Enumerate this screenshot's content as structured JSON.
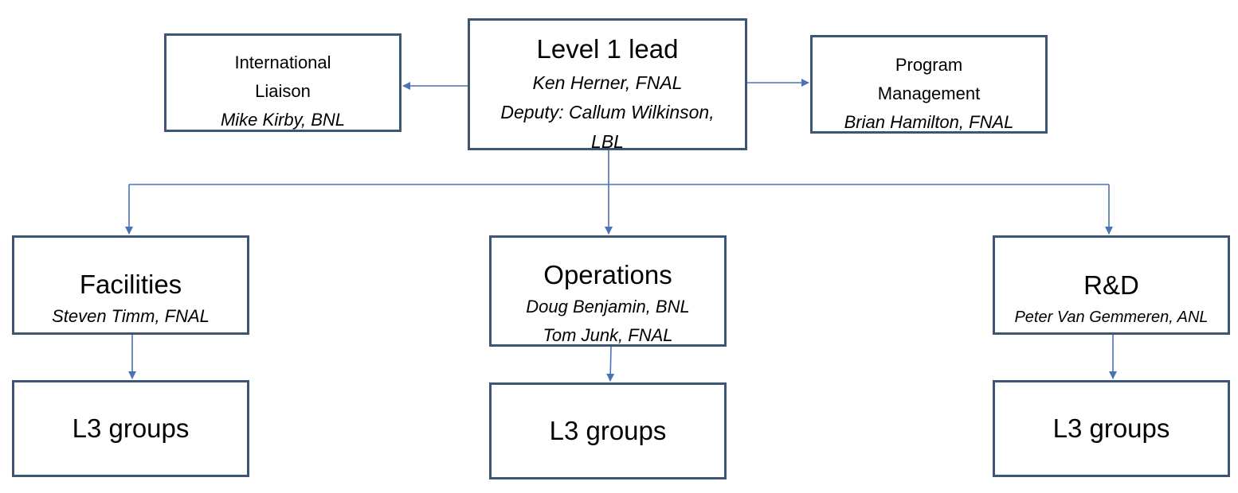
{
  "colors": {
    "border": "#3e5676",
    "connector": "#4a72b8"
  },
  "level1": {
    "title": "Level 1 lead",
    "lead": "Ken Herner, FNAL",
    "deputy_line1": "Deputy: Callum Wilkinson,",
    "deputy_line2": "LBL"
  },
  "international": {
    "line1": "International",
    "line2": "Liaison",
    "person": "Mike Kirby, BNL"
  },
  "program": {
    "line1": "Program",
    "line2": "Management",
    "person": "Brian Hamilton, FNAL"
  },
  "facilities": {
    "title": "Facilities",
    "person": "Steven Timm, FNAL"
  },
  "operations": {
    "title": "Operations",
    "person1": "Doug Benjamin, BNL",
    "person2": "Tom Junk, FNAL"
  },
  "rnd": {
    "title": "R&D",
    "person": "Peter Van Gemmeren, ANL"
  },
  "l3": {
    "facilities": "L3 groups",
    "operations": "L3 groups",
    "rnd": "L3 groups"
  }
}
